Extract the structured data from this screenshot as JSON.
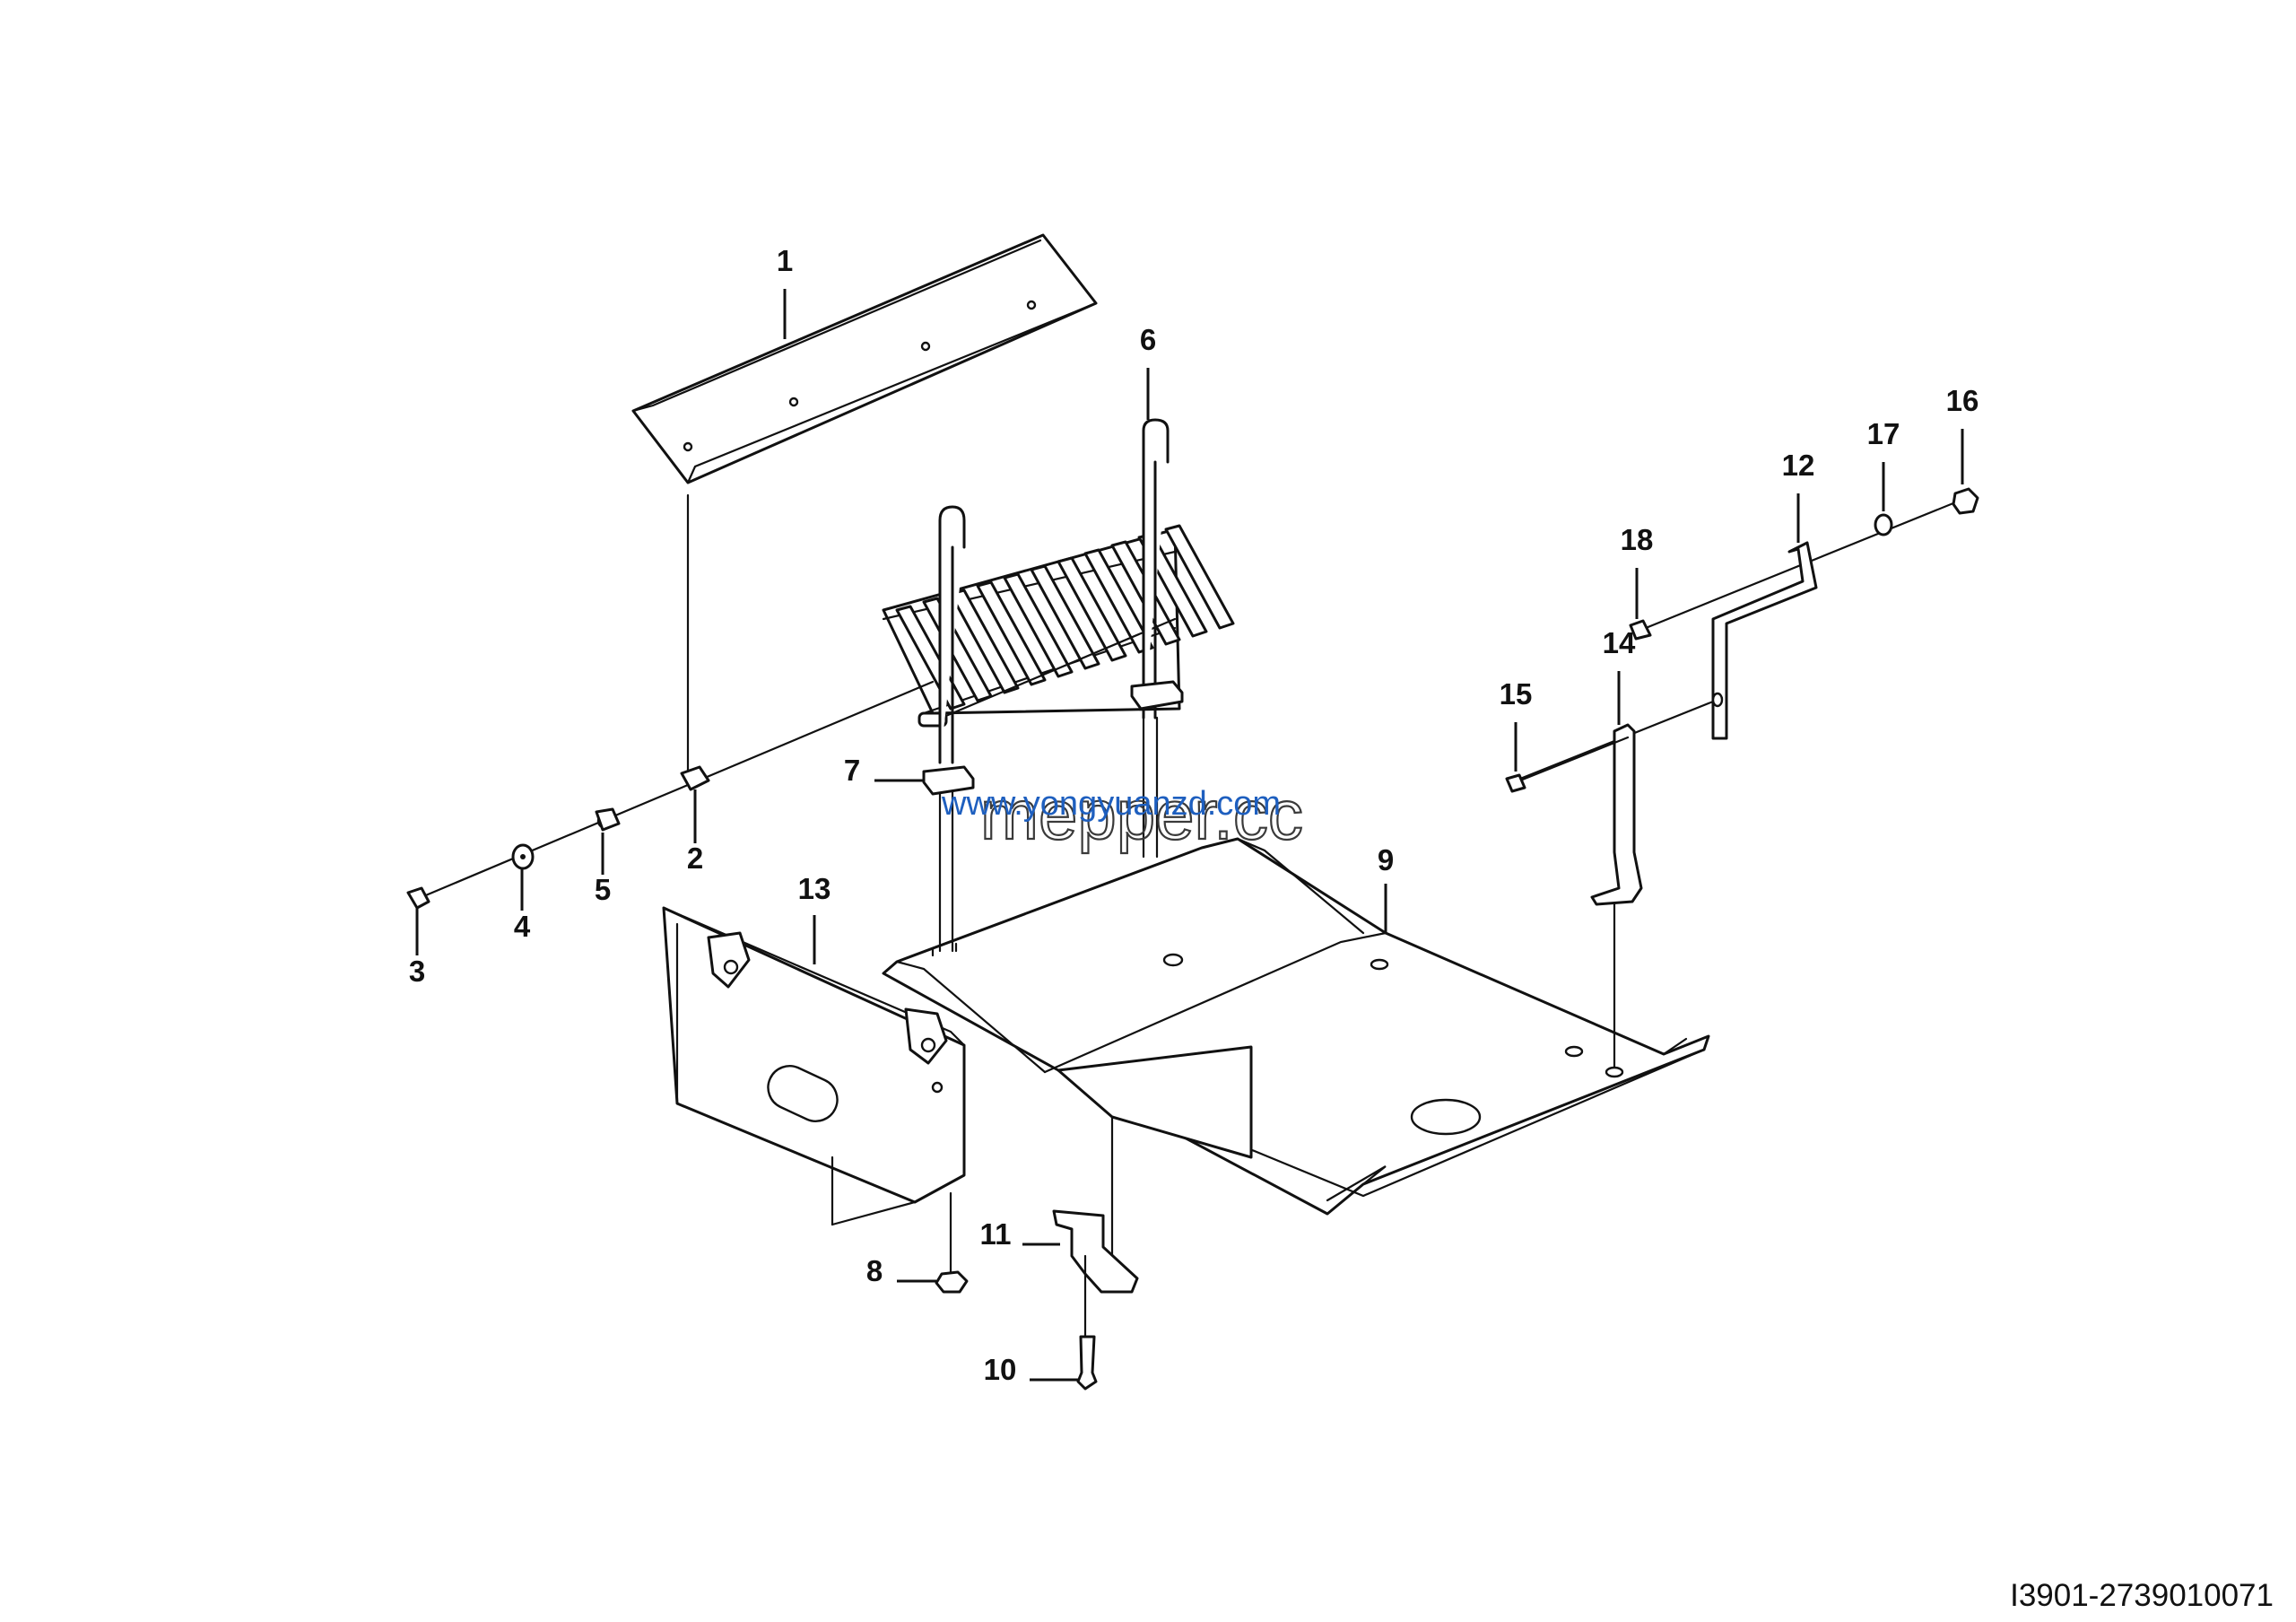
{
  "callouts": [
    {
      "label": "1"
    },
    {
      "label": "2"
    },
    {
      "label": "3"
    },
    {
      "label": "4"
    },
    {
      "label": "5"
    },
    {
      "label": "6"
    },
    {
      "label": "7"
    },
    {
      "label": "8"
    },
    {
      "label": "9"
    },
    {
      "label": "10"
    },
    {
      "label": "11"
    },
    {
      "label": "12"
    },
    {
      "label": "13"
    },
    {
      "label": "14"
    },
    {
      "label": "15"
    },
    {
      "label": "16"
    },
    {
      "label": "17"
    },
    {
      "label": "18"
    }
  ],
  "figure_code": "I3901-2739010071",
  "watermark": {
    "blue_text": "www.yongyuanzd.com",
    "grey_text": "mepper.cc"
  },
  "colors": {
    "line": "#111111",
    "watermark_blue": "#1e5fbf",
    "background": "#ffffff"
  }
}
